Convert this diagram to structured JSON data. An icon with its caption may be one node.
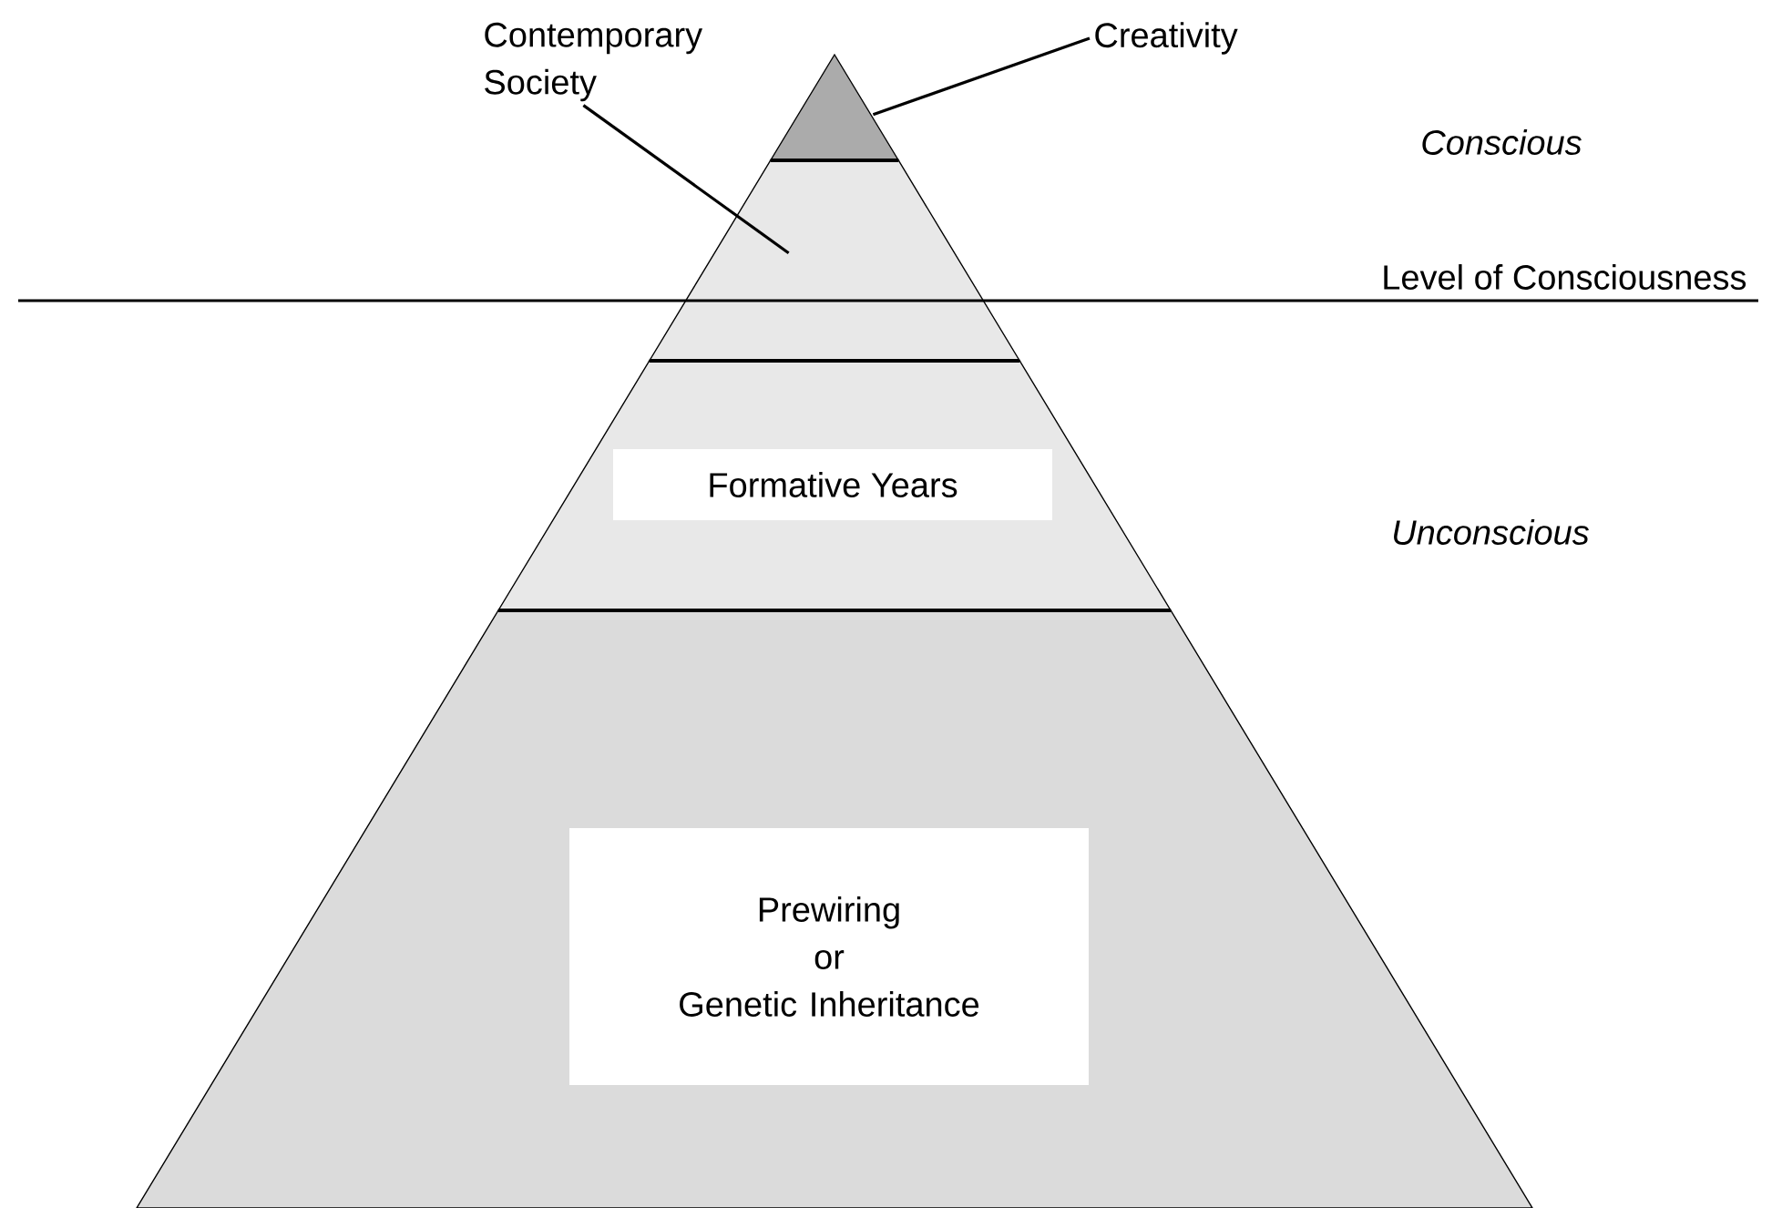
{
  "diagram": {
    "nodes": [
      {
        "text": [
          "Creativity"
        ]
      },
      {
        "text": [],
        "shape": "triangle"
      },
      {
        "text": [
          "Contemporary Society"
        ]
      },
      {
        "text": [],
        "shape": "band"
      },
      {
        "text": [
          "Formative Years"
        ]
      },
      {
        "text": [
          "Prewiring",
          "or",
          "Genetic Inheritance"
        ]
      }
    ],
    "edges": [
      {
        "from": 0,
        "to": 1,
        "arrow": "none"
      },
      {
        "from": 2,
        "to": 3,
        "arrow": "none"
      }
    ],
    "labels": [
      "Conscious",
      "Level of Consciousness",
      "Unconscious"
    ]
  }
}
